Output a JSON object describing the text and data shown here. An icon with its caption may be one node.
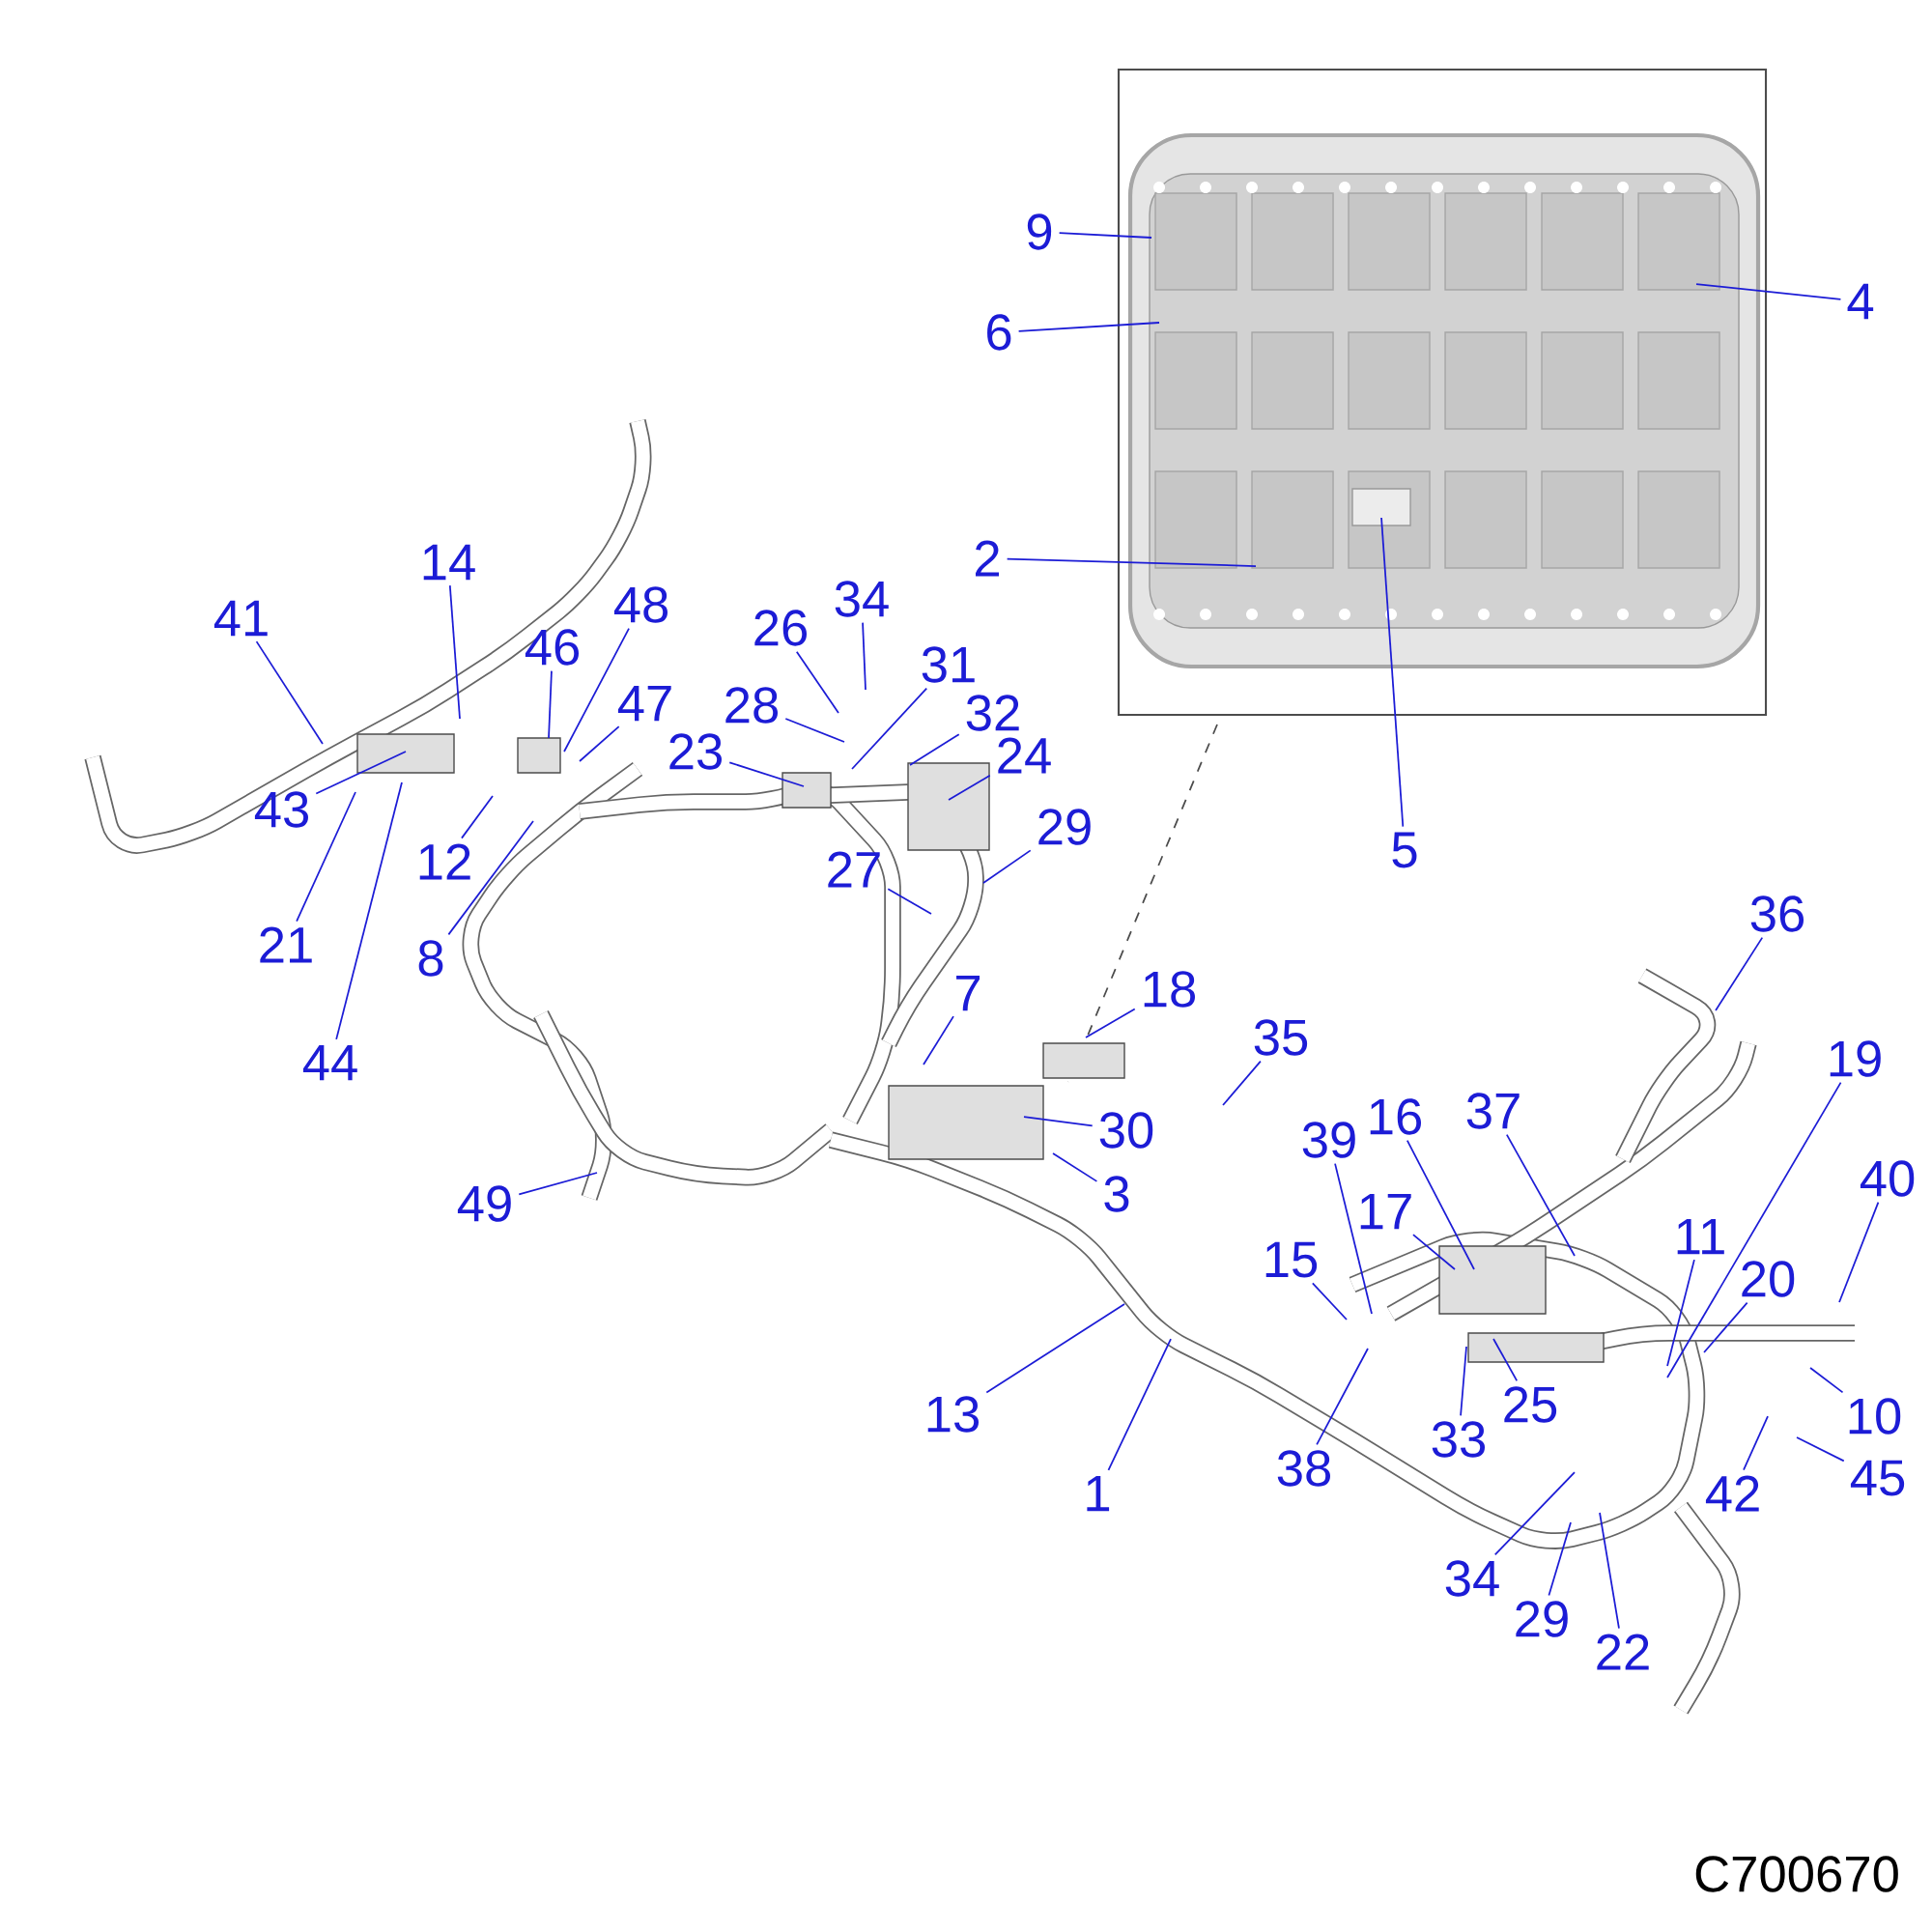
{
  "diagram": {
    "nodes": [
      {
        "text": [
          "9"
        ]
      },
      {
        "text": [
          "4"
        ]
      },
      {
        "text": [
          "6"
        ]
      },
      {
        "text": [
          "2"
        ]
      },
      {
        "text": [
          "14"
        ]
      },
      {
        "text": [
          "34"
        ]
      },
      {
        "text": [
          "48"
        ]
      },
      {
        "text": [
          "41"
        ]
      },
      {
        "text": [
          "26"
        ]
      },
      {
        "text": [
          "46"
        ]
      },
      {
        "text": [
          "31"
        ]
      },
      {
        "text": [
          "28"
        ]
      },
      {
        "text": [
          "47"
        ]
      },
      {
        "text": [
          "32"
        ]
      },
      {
        "text": [
          "23"
        ]
      },
      {
        "text": [
          "24"
        ]
      },
      {
        "text": [
          "43"
        ]
      },
      {
        "text": [
          "29"
        ]
      },
      {
        "text": [
          "5"
        ]
      },
      {
        "text": [
          "12"
        ]
      },
      {
        "text": [
          "27"
        ]
      },
      {
        "text": [
          "36"
        ]
      },
      {
        "text": [
          "21"
        ]
      },
      {
        "text": [
          "8"
        ]
      },
      {
        "text": [
          "7"
        ]
      },
      {
        "text": [
          "18"
        ]
      },
      {
        "text": [
          "35"
        ]
      },
      {
        "text": [
          "19"
        ]
      },
      {
        "text": [
          "44"
        ]
      },
      {
        "text": [
          "16"
        ]
      },
      {
        "text": [
          "37"
        ]
      },
      {
        "text": [
          "30"
        ]
      },
      {
        "text": [
          "39"
        ]
      },
      {
        "text": [
          "40"
        ]
      },
      {
        "text": [
          "3"
        ]
      },
      {
        "text": [
          "49"
        ]
      },
      {
        "text": [
          "17"
        ]
      },
      {
        "text": [
          "11"
        ]
      },
      {
        "text": [
          "15"
        ]
      },
      {
        "text": [
          "20"
        ]
      },
      {
        "text": [
          "25"
        ]
      },
      {
        "text": [
          "13"
        ]
      },
      {
        "text": [
          "10"
        ]
      },
      {
        "text": [
          "33"
        ]
      },
      {
        "text": [
          "38"
        ]
      },
      {
        "text": [
          "45"
        ]
      },
      {
        "text": [
          "1"
        ]
      },
      {
        "text": [
          "42"
        ]
      },
      {
        "text": [
          "34"
        ]
      },
      {
        "text": [
          "29"
        ]
      },
      {
        "text": [
          "22"
        ]
      }
    ],
    "edges": [
      {
        "from": 0,
        "to": null,
        "arrow": "none"
      },
      {
        "from": 1,
        "to": null,
        "arrow": "none"
      },
      {
        "from": 2,
        "to": null,
        "arrow": "none"
      },
      {
        "from": 3,
        "to": null,
        "arrow": "none"
      },
      {
        "from": 4,
        "to": null,
        "arrow": "none"
      },
      {
        "from": 5,
        "to": null,
        "arrow": "none"
      },
      {
        "from": 6,
        "to": null,
        "arrow": "none"
      },
      {
        "from": 7,
        "to": null,
        "arrow": "none"
      },
      {
        "from": 8,
        "to": null,
        "arrow": "none"
      },
      {
        "from": 9,
        "to": null,
        "arrow": "none"
      },
      {
        "from": 10,
        "to": null,
        "arrow": "none"
      },
      {
        "from": 11,
        "to": null,
        "arrow": "none"
      },
      {
        "from": 12,
        "to": null,
        "arrow": "none"
      },
      {
        "from": 13,
        "to": null,
        "arrow": "none"
      },
      {
        "from": 14,
        "to": null,
        "arrow": "none"
      },
      {
        "from": 15,
        "to": null,
        "arrow": "none"
      },
      {
        "from": 16,
        "to": null,
        "arrow": "none"
      },
      {
        "from": 17,
        "to": null,
        "arrow": "none"
      },
      {
        "from": 18,
        "to": null,
        "arrow": "none"
      },
      {
        "from": 19,
        "to": null,
        "arrow": "none"
      },
      {
        "from": 20,
        "to": null,
        "arrow": "none"
      },
      {
        "from": 21,
        "to": null,
        "arrow": "none"
      },
      {
        "from": 22,
        "to": null,
        "arrow": "none"
      },
      {
        "from": 23,
        "to": null,
        "arrow": "none"
      },
      {
        "from": 24,
        "to": null,
        "arrow": "none"
      },
      {
        "from": 25,
        "to": null,
        "arrow": "none"
      },
      {
        "from": 26,
        "to": null,
        "arrow": "none"
      },
      {
        "from": 27,
        "to": null,
        "arrow": "none"
      },
      {
        "from": 28,
        "to": null,
        "arrow": "none"
      },
      {
        "from": 29,
        "to": null,
        "arrow": "none"
      },
      {
        "from": 30,
        "to": null,
        "arrow": "none"
      },
      {
        "from": 31,
        "to": null,
        "arrow": "none"
      },
      {
        "from": 32,
        "to": null,
        "arrow": "none"
      },
      {
        "from": 33,
        "to": null,
        "arrow": "none"
      },
      {
        "from": 34,
        "to": null,
        "arrow": "none"
      },
      {
        "from": 35,
        "to": null,
        "arrow": "none"
      },
      {
        "from": 36,
        "to": null,
        "arrow": "none"
      },
      {
        "from": 37,
        "to": null,
        "arrow": "none"
      },
      {
        "from": 38,
        "to": null,
        "arrow": "none"
      },
      {
        "from": 39,
        "to": null,
        "arrow": "none"
      },
      {
        "from": 40,
        "to": null,
        "arrow": "none"
      },
      {
        "from": 41,
        "to": null,
        "arrow": "none"
      },
      {
        "from": 42,
        "to": null,
        "arrow": "none"
      },
      {
        "from": 43,
        "to": null,
        "arrow": "none"
      },
      {
        "from": 44,
        "to": null,
        "arrow": "none"
      },
      {
        "from": 45,
        "to": null,
        "arrow": "none"
      },
      {
        "from": 46,
        "to": null,
        "arrow": "none"
      },
      {
        "from": 47,
        "to": null,
        "arrow": "none"
      },
      {
        "from": 48,
        "to": null,
        "arrow": "none"
      },
      {
        "from": 49,
        "to": null,
        "arrow": "none"
      },
      {
        "from": 50,
        "to": null,
        "arrow": "none"
      }
    ],
    "labels": [
      "C700670"
    ]
  }
}
